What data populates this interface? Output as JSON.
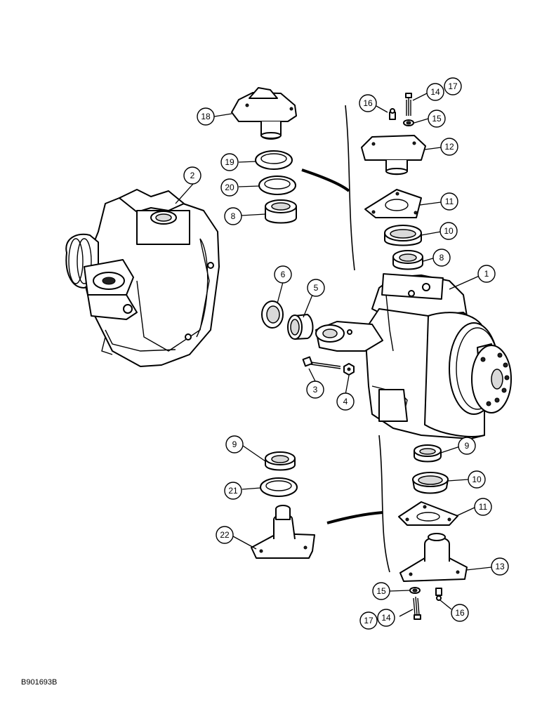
{
  "diagram_ref": "B901693B",
  "callouts": {
    "c1": "1",
    "c2": "2",
    "c3": "3",
    "c4": "4",
    "c5": "5",
    "c6": "6",
    "c8a": "8",
    "c8b": "8",
    "c9a": "9",
    "c9b": "9",
    "c10a": "10",
    "c10b": "10",
    "c11a": "11",
    "c11b": "11",
    "c12": "12",
    "c13": "13",
    "c14a": "14",
    "c14b": "14",
    "c15a": "15",
    "c15b": "15",
    "c16a": "16",
    "c16b": "16",
    "c17a": "17",
    "c17b": "17",
    "c18": "18",
    "c19": "19",
    "c20": "20",
    "c21": "21",
    "c22": "22"
  }
}
